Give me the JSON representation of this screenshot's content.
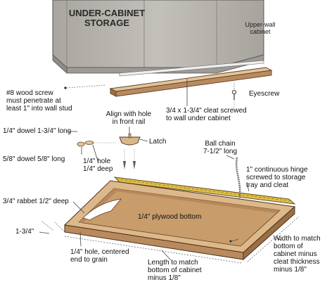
{
  "labels": {
    "title_line1": "UNDER-CABINET",
    "title_line2": "STORAGE",
    "upper_wall_line1": "Upper-wall",
    "upper_wall_line2": "cabinet",
    "wood_screw_line1": "#8 wood screw",
    "wood_screw_line2": "must penetrate at",
    "wood_screw_line3": "least 1\" into wall stud",
    "eyescrew": "Eyescrew",
    "cleat_line1": "3/4 x 1-3/4\" cleat screwed",
    "cleat_line2": "to wall under cabinet",
    "align_line1": "Align with hole",
    "align_line2": "in front rail",
    "latch": "Latch",
    "dowel_long": "1/4\" dowel 1-3/4\" long",
    "dowel_short": "5/8\" dowel 5/8\" long",
    "hole_line1": "1/4\" hole",
    "hole_line2": "1/4\" deep",
    "ball_chain_line1": "Ball chain",
    "ball_chain_line2": "7-1/2\" long",
    "hinge_line1": "1\" continuous hinge",
    "hinge_line2": "screwed to storage",
    "hinge_line3": "tray and cleat",
    "rabbet": "3/4\" rabbet 1/2\" deep",
    "plywood": "1/4\" plywood bottom",
    "dim_134": "1-3/4\"",
    "hole_center_line1": "1/4\" hole, centered",
    "hole_center_line2": "end to grain",
    "length_line1": "Length to match",
    "length_line2": "bottom of cabinet",
    "length_line3": "minus 1/8\"",
    "width_line1": "Width to match",
    "width_line2": "bottom of",
    "width_line3": "cabinet minus",
    "width_line4": "cleat thickness",
    "width_line5": "minus 1/8\""
  },
  "colors": {
    "cabinet": "#b9b6b0",
    "cabinet_dark": "#8f8b85",
    "wood_light": "#d9b486",
    "wood_mid": "#c99a68",
    "wood_dark": "#9c6f43",
    "hinge": "#d7b13a",
    "line": "#222222"
  }
}
